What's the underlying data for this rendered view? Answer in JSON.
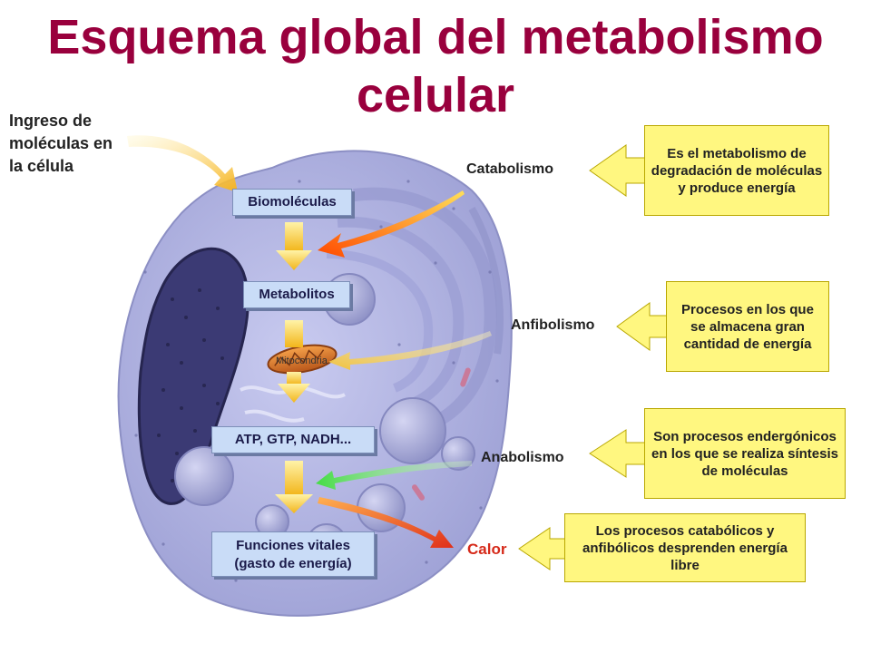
{
  "title": {
    "line1": "Esquema global del metabolismo",
    "line2": "celular"
  },
  "ingreso": {
    "line1": "Ingreso de",
    "line2": "moléculas en",
    "line3": "la célula"
  },
  "flow": {
    "biomoleculas": "Biomoléculas",
    "metabolitos": "Metabolitos",
    "mitocondria": "Mitocondria",
    "atp": "ATP, GTP, NADH...",
    "funciones_line1": "Funciones vitales",
    "funciones_line2": "(gasto de energía)"
  },
  "processes": {
    "catabolismo": "Catabolismo",
    "anfibolismo": "Anfibolismo",
    "anabolismo": "Anabolismo",
    "calor": "Calor"
  },
  "callouts": {
    "catabolismo": "Es el metabolismo de degradación de moléculas y produce energía",
    "anfibolismo": "Procesos en los que se almacena gran cantidad de energía",
    "anabolismo": "Son procesos endergónicos en los que se realiza síntesis de moléculas",
    "calor": "Los procesos catabólicos y anfibólicos desprenden energía libre"
  },
  "colors": {
    "title": "#99003d",
    "cell": "#b7b8e6",
    "nucleus": "#3b3a74",
    "callout_fill": "#fff780",
    "calor_text": "#d62a1a",
    "anabolismo_arrow": "#55e04a",
    "catabolismo_arrow": "#ff6a10"
  }
}
